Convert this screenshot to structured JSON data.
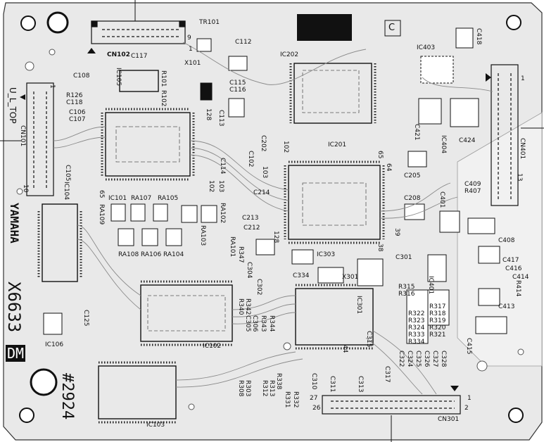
{
  "brand": "YAMAHA",
  "board_code": "X6633",
  "board_type": "DM",
  "serial": "#2924",
  "u_l_top": "U_L_TOP",
  "corner_marker": "C",
  "connectors": {
    "cn101": "CN101",
    "cn102": "CN102",
    "cn301": "CN301",
    "cn401": "CN401"
  },
  "pins": {
    "cn102_9": "9",
    "cn102_1": "1",
    "cn101_1": "1",
    "cn101_10": "10",
    "cn401_1": "1",
    "cn401_13": "13",
    "cn301_27": "27",
    "cn301_26": "26",
    "cn301_1": "1",
    "cn301_2": "2",
    "ic202_102": "102",
    "ic201_65": "65",
    "ic201_64": "64",
    "ic201_103": "103",
    "ic201_128": "128",
    "ic201_38": "38",
    "ic201_39": "39",
    "ic101_128": "128",
    "ic101_65": "65",
    "ic101_103": "103",
    "ic101_102": "102",
    "ic301_44": "44"
  },
  "ics": {
    "ic101": "IC101",
    "ic102": "IC102",
    "ic103": "IC103",
    "ic104": "IC104",
    "ic105": "IC105",
    "ic106": "IC106",
    "ic201": "IC201",
    "ic202": "IC202",
    "ic301": "IC301",
    "ic303": "IC303",
    "ic401": "IC401",
    "ic403": "IC403",
    "ic404": "IC404",
    "x101": "X101",
    "x301": "X301",
    "tr101": "TR101"
  },
  "parts": {
    "c112": "C112",
    "c117": "C117",
    "c108": "C108",
    "r126": "R126",
    "c118": "C118",
    "c106": "C106",
    "c107": "C107",
    "r101": "R101",
    "r102": "R102",
    "c115": "C115",
    "c116": "C116",
    "c113": "C113",
    "c114": "C114",
    "c102": "C102",
    "c202": "C202",
    "c105": "C105",
    "ra101": "RA101",
    "ra102": "RA102",
    "ra103": "RA103",
    "ra104": "RA104",
    "ra105": "RA105",
    "ra106": "RA106",
    "ra107": "RA107",
    "ra108": "RA108",
    "ra109": "RA109",
    "c214": "C214",
    "c213": "C213",
    "c212": "C212",
    "r347": "R347",
    "c304": "C304",
    "c302": "C302",
    "c334": "C334",
    "c125": "C125",
    "r342": "R342",
    "r340": "R340",
    "c305": "C305",
    "c306": "C306",
    "r343": "R343",
    "r344": "R344",
    "c205": "C205",
    "c208": "C208",
    "c301": "C301",
    "r315": "R315",
    "r316": "R316",
    "r322": "R322",
    "r323": "R323",
    "r324": "R324",
    "r333": "R333",
    "r334": "R334",
    "r317": "R317",
    "r318": "R318",
    "r319": "R319",
    "r320": "R320",
    "r321": "R321",
    "c322": "C322",
    "c324": "C324",
    "c325": "C325",
    "c326": "C326",
    "c327": "C327",
    "c328": "C328",
    "c315": "C315",
    "c317": "C317",
    "c311": "C311",
    "c313": "C313",
    "c310": "C310",
    "r338": "R338",
    "r332": "R332",
    "r331": "R331",
    "r312": "R312",
    "r313": "R313",
    "r303": "R303",
    "r308": "R308",
    "c418": "C418",
    "c421": "C421",
    "c424": "C424",
    "c409": "C409",
    "r407": "R407",
    "c401": "C401",
    "c408": "C408",
    "c417": "C417",
    "c416": "C416",
    "c414": "C414",
    "r414": "R414",
    "c413": "C413",
    "c415": "C415"
  }
}
